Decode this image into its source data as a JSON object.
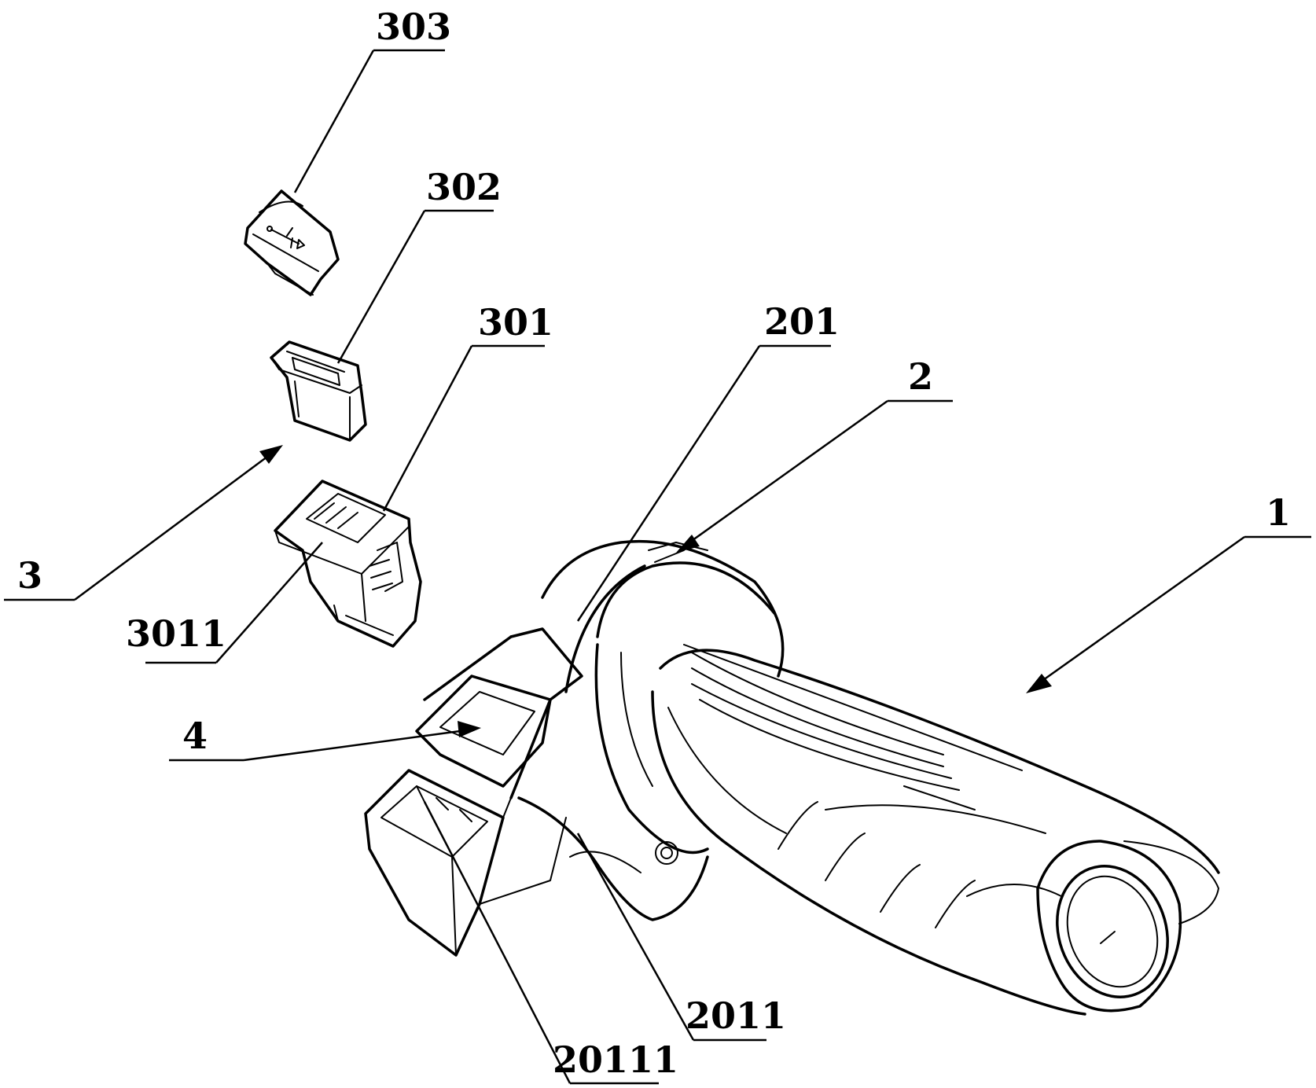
{
  "figure": {
    "labels": {
      "l303": "303",
      "l302": "302",
      "l301": "301",
      "l3011": "3011",
      "l3": "3",
      "l4": "4",
      "l201": "201",
      "l2": "2",
      "l1": "1",
      "l2011": "2011",
      "l20111": "20111"
    }
  }
}
